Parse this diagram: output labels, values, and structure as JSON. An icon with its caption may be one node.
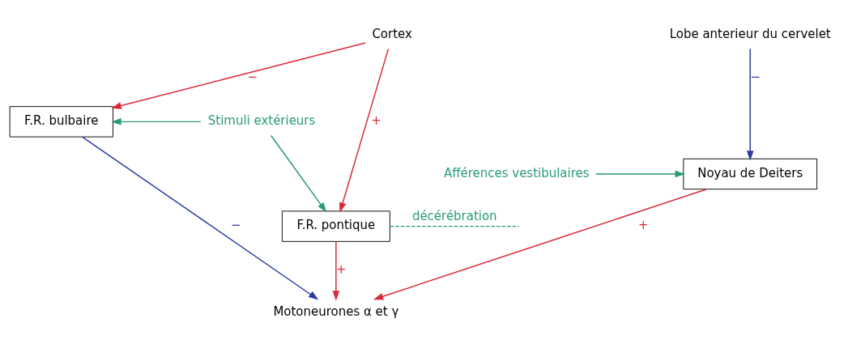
{
  "diagram": {
    "nodes": [
      {
        "text": [
          "Cortex"
        ]
      },
      {
        "text": [
          "F.R. pontique"
        ]
      },
      {
        "text": [
          "F.R. bulbaire"
        ]
      },
      {
        "text": [
          "Stimuli extérieurs"
        ]
      },
      {
        "text": [
          "Lobe anterieur du cervelet"
        ]
      },
      {
        "text": [
          "Noyau de Deiters"
        ]
      },
      {
        "text": [
          "Afférences vestibulaires"
        ]
      },
      {
        "text": [
          "Motoneurones α et γ"
        ]
      }
    ],
    "edges": [
      {
        "from": 0,
        "to": 1,
        "arrow": "to",
        "label": "+"
      },
      {
        "from": 0,
        "to": 2,
        "arrow": "to",
        "label": "−"
      },
      {
        "from": 1,
        "to": null,
        "arrow": "none",
        "label": "décérébration",
        "style": "dashed",
        "color": "#2a9a7a"
      },
      {
        "from": 3,
        "to": 1,
        "arrow": "to",
        "color": "#2a9a7a"
      },
      {
        "from": 3,
        "to": 2,
        "arrow": "to",
        "color": "#2a9a7a"
      },
      {
        "from": 1,
        "to": 7,
        "arrow": "to",
        "label": "+"
      },
      {
        "from": 2,
        "to": 7,
        "arrow": "to",
        "label": "−",
        "color": "#2a3aa0"
      },
      {
        "from": 4,
        "to": 5,
        "arrow": "to",
        "label": "−",
        "color": "#2a3aa0"
      },
      {
        "from": 6,
        "to": 5,
        "arrow": "to",
        "color": "#2a9a7a"
      },
      {
        "from": 5,
        "to": 7,
        "arrow": "to",
        "label": "+"
      }
    ]
  }
}
